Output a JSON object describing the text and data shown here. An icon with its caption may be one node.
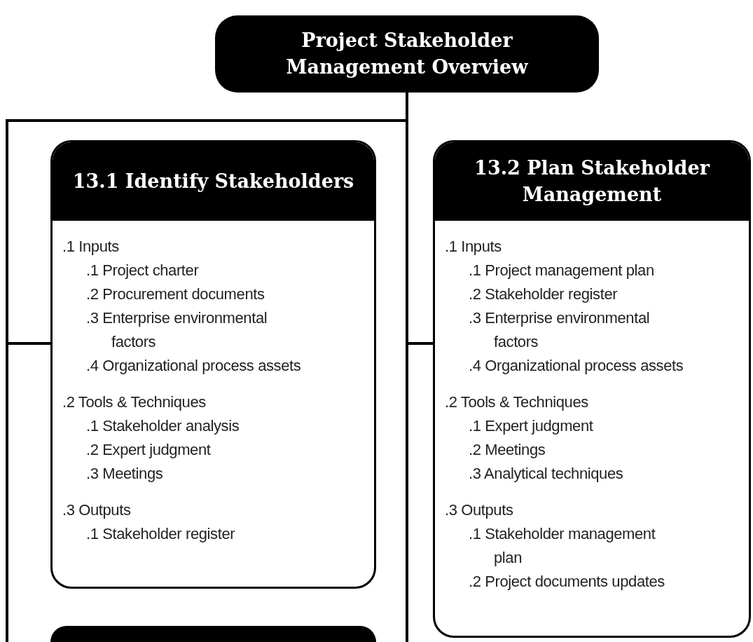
{
  "diagram": {
    "nodes": [
      {
        "text": [
          "Project Stakeholder Management Overview"
        ]
      },
      {
        "text": [
          "13.1 Identify Stakeholders",
          ".1 Inputs",
          ".1 Project charter",
          ".2 Procurement documents",
          ".3 Enterprise environmental factors",
          ".4 Organizational process assets",
          ".2 Tools & Techniques",
          ".1 Stakeholder analysis",
          ".2 Expert judgment",
          ".3 Meetings",
          ".3 Outputs",
          ".1 Stakeholder register"
        ]
      },
      {
        "text": [
          "13.2 Plan Stakeholder Management",
          ".1 Inputs",
          ".1 Project management plan",
          ".2 Stakeholder register",
          ".3 Enterprise environmental factors",
          ".4 Organizational process assets",
          ".2 Tools & Techniques",
          ".1 Expert judgment",
          ".2 Meetings",
          ".3 Analytical techniques",
          ".3 Outputs",
          ".1 Stakeholder management plan",
          ".2 Project documents updates"
        ]
      },
      {
        "text": [],
        "shape": "box"
      }
    ],
    "edges": [
      {
        "from": 0,
        "to": 1,
        "arrow": "none"
      },
      {
        "from": 0,
        "to": 2,
        "arrow": "none"
      }
    ]
  }
}
